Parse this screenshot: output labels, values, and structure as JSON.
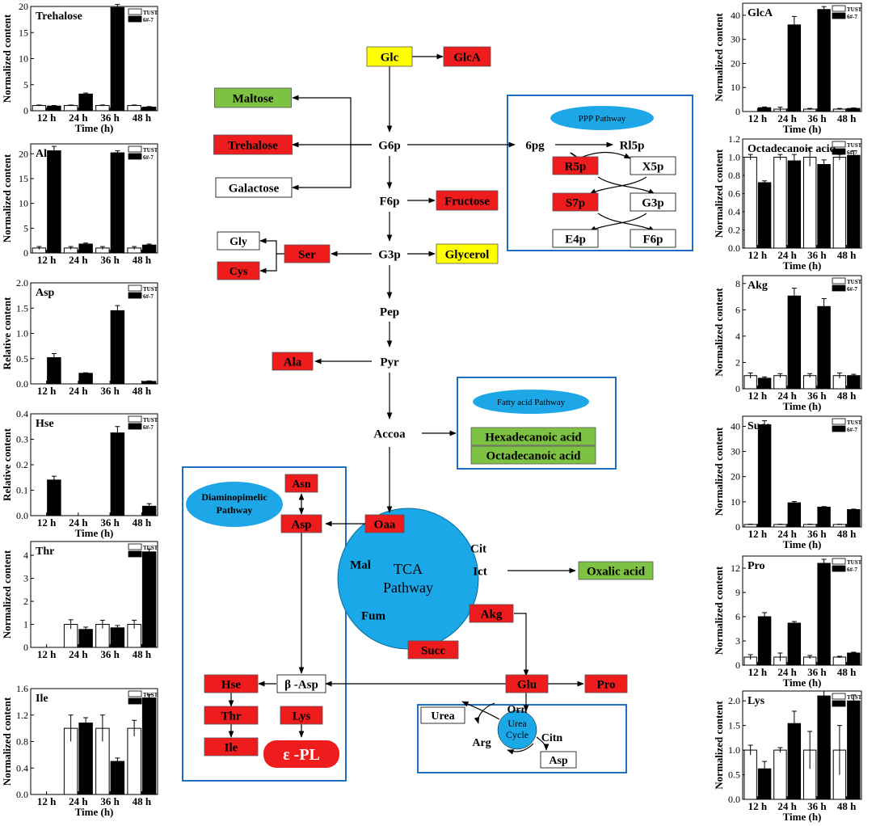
{
  "colors": {
    "red": "#ee1c1c",
    "green": "#7dc242",
    "yellow": "#ffff00",
    "white": "#ffffff",
    "blue_frame": "#1f6fc4",
    "ellipse": "#1ea7e6",
    "tca": "#1aa8e8",
    "tust_bar": "#ffffff",
    "mutant_bar": "#000000"
  },
  "legend": {
    "tust": "TUST",
    "mutant": "6#-7"
  },
  "xlabel_time": "Time (h)",
  "pathway": {
    "nodes": [
      {
        "id": "glc",
        "text": "Glc",
        "fill": "yellow"
      },
      {
        "id": "glca",
        "text": "GlcA",
        "fill": "red"
      },
      {
        "id": "maltose",
        "text": "Maltose",
        "fill": "green"
      },
      {
        "id": "trehalose",
        "text": "Trehalose",
        "fill": "red"
      },
      {
        "id": "galactose",
        "text": "Galactose",
        "fill": "white"
      },
      {
        "id": "g6p",
        "text": "G6p",
        "fill": "none"
      },
      {
        "id": "6pg",
        "text": "6pg",
        "fill": "none"
      },
      {
        "id": "rl5p",
        "text": "Rl5p",
        "fill": "none"
      },
      {
        "id": "r5p",
        "text": "R5p",
        "fill": "red"
      },
      {
        "id": "x5p",
        "text": "X5p",
        "fill": "white"
      },
      {
        "id": "s7p",
        "text": "S7p",
        "fill": "red"
      },
      {
        "id": "g3p_ppp",
        "text": "G3p",
        "fill": "white"
      },
      {
        "id": "e4p",
        "text": "E4p",
        "fill": "white"
      },
      {
        "id": "f6p_ppp",
        "text": "F6p",
        "fill": "white"
      },
      {
        "id": "f6p",
        "text": "F6p",
        "fill": "none"
      },
      {
        "id": "fructose",
        "text": "Fructose",
        "fill": "red"
      },
      {
        "id": "gly",
        "text": "Gly",
        "fill": "white"
      },
      {
        "id": "ser",
        "text": "Ser",
        "fill": "red"
      },
      {
        "id": "cys",
        "text": "Cys",
        "fill": "red"
      },
      {
        "id": "g3p",
        "text": "G3p",
        "fill": "none"
      },
      {
        "id": "glycerol",
        "text": "Glycerol",
        "fill": "yellow"
      },
      {
        "id": "pep",
        "text": "Pep",
        "fill": "none"
      },
      {
        "id": "ala",
        "text": "Ala",
        "fill": "red"
      },
      {
        "id": "pyr",
        "text": "Pyr",
        "fill": "none"
      },
      {
        "id": "accoa",
        "text": "Accoa",
        "fill": "none"
      },
      {
        "id": "hexa",
        "text": "Hexadecanoic acid",
        "fill": "green"
      },
      {
        "id": "octa",
        "text": "Octadecanoic acid",
        "fill": "green"
      },
      {
        "id": "asn",
        "text": "Asn",
        "fill": "red"
      },
      {
        "id": "asp",
        "text": "Asp",
        "fill": "red"
      },
      {
        "id": "oaa",
        "text": "Oaa",
        "fill": "red"
      },
      {
        "id": "cit",
        "text": "Cit",
        "fill": "none"
      },
      {
        "id": "mal",
        "text": "Mal",
        "fill": "none"
      },
      {
        "id": "ict",
        "text": "Ict",
        "fill": "none"
      },
      {
        "id": "oxalic",
        "text": "Oxalic acid",
        "fill": "green"
      },
      {
        "id": "fum",
        "text": "Fum",
        "fill": "none"
      },
      {
        "id": "akg",
        "text": "Akg",
        "fill": "red"
      },
      {
        "id": "succ",
        "text": "Succ",
        "fill": "red"
      },
      {
        "id": "hse",
        "text": "Hse",
        "fill": "red"
      },
      {
        "id": "basp",
        "text": "β -Asp",
        "fill": "white"
      },
      {
        "id": "glu",
        "text": "Glu",
        "fill": "red"
      },
      {
        "id": "pro",
        "text": "Pro",
        "fill": "red"
      },
      {
        "id": "thr",
        "text": "Thr",
        "fill": "red"
      },
      {
        "id": "lys",
        "text": "Lys",
        "fill": "red"
      },
      {
        "id": "ile",
        "text": "Ile",
        "fill": "red"
      },
      {
        "id": "epl",
        "text": "ε -PL",
        "fill": "red"
      },
      {
        "id": "urea",
        "text": "Urea",
        "fill": "white"
      },
      {
        "id": "orn",
        "text": "Orn",
        "fill": "none"
      },
      {
        "id": "arg",
        "text": "Arg",
        "fill": "none"
      },
      {
        "id": "citn",
        "text": "Citn",
        "fill": "none"
      },
      {
        "id": "asp_urea",
        "text": "Asp",
        "fill": "white"
      }
    ],
    "ppp_title": "PPP Pathway",
    "fa_title": "Fatty acid Pathway",
    "dap_title_1": "Diaminopimelic",
    "dap_title_2": "Pathway",
    "tca_1": "TCA",
    "tca_2": "Pathway",
    "urea_1": "Urea",
    "urea_2": "Cycle"
  },
  "chart_data": [
    {
      "id": "trehalose",
      "type": "bar",
      "title": "Trehalose",
      "ylabel": "Normalized content",
      "xlabel": "Time (h)",
      "ylim": [
        0,
        20
      ],
      "yticks": [
        "0",
        "5",
        "10",
        "15",
        "20"
      ],
      "categories": [
        "12 h",
        "24 h",
        "36 h",
        "48 h"
      ],
      "series": [
        {
          "name": "TUST",
          "values": [
            1,
            1,
            1,
            1
          ],
          "errors": [
            0.1,
            0.1,
            0.1,
            0.1
          ]
        },
        {
          "name": "6#-7",
          "values": [
            0.9,
            3.2,
            19.8,
            0.7
          ],
          "errors": [
            0.1,
            0.2,
            0.6,
            0.1
          ]
        }
      ]
    },
    {
      "id": "ala",
      "type": "bar",
      "title": "Ala",
      "ylabel": "Normalized content",
      "xlabel": "",
      "ylim": [
        0,
        22
      ],
      "yticks": [
        "0",
        "5",
        "10",
        "15",
        "20"
      ],
      "categories": [
        "12 h",
        "24 h",
        "36 h",
        "48 h"
      ],
      "series": [
        {
          "name": "TUST",
          "values": [
            1,
            1,
            1,
            1
          ],
          "errors": [
            0.3,
            0.3,
            0.3,
            0.3
          ]
        },
        {
          "name": "6#-7",
          "values": [
            20.6,
            1.8,
            20.2,
            1.6
          ],
          "errors": [
            0.9,
            0.2,
            0.4,
            0.2
          ]
        }
      ]
    },
    {
      "id": "asp",
      "type": "bar",
      "title": "Asp",
      "ylabel": "Relative content",
      "xlabel": "",
      "ylim": [
        0,
        2.0
      ],
      "yticks": [
        "0.0",
        "0.5",
        "1.0",
        "1.5",
        "2.0"
      ],
      "categories": [
        "12 h",
        "24 h",
        "36 h",
        "48 h"
      ],
      "series": [
        {
          "name": "TUST",
          "values": [
            0,
            0,
            0,
            0
          ],
          "errors": [
            0,
            0,
            0,
            0
          ]
        },
        {
          "name": "6#-7",
          "values": [
            0.52,
            0.21,
            1.45,
            0.05
          ],
          "errors": [
            0.08,
            0.01,
            0.1,
            0.01
          ]
        }
      ]
    },
    {
      "id": "hse",
      "type": "bar",
      "title": "Hse",
      "ylabel": "Relative content",
      "xlabel": "Time (h)",
      "ylim": [
        0,
        0.4
      ],
      "yticks": [
        "0.0",
        "0.1",
        "0.2",
        "0.3",
        "0.4"
      ],
      "categories": [
        "12 h",
        "24 h",
        "36 h",
        "48 h"
      ],
      "series": [
        {
          "name": "TUST",
          "values": [
            0,
            0,
            0,
            0
          ],
          "errors": [
            0,
            0,
            0,
            0
          ]
        },
        {
          "name": "6#-7",
          "values": [
            0.14,
            0.0,
            0.325,
            0.037
          ],
          "errors": [
            0.015,
            0,
            0.025,
            0.01
          ]
        }
      ]
    },
    {
      "id": "thr",
      "type": "bar",
      "title": "Thr",
      "ylabel": "Normalized content",
      "xlabel": "",
      "ylim": [
        0,
        4.6
      ],
      "yticks": [
        "0",
        "1",
        "2",
        "3",
        "4"
      ],
      "categories": [
        "12 h",
        "24 h",
        "36 h",
        "48 h"
      ],
      "series": [
        {
          "name": "TUST",
          "values": [
            0,
            1,
            1,
            1
          ],
          "errors": [
            0,
            0.2,
            0.18,
            0.18
          ]
        },
        {
          "name": "6#-7",
          "values": [
            0,
            0.78,
            0.85,
            4.15
          ],
          "errors": [
            0,
            0.1,
            0.1,
            0.12
          ]
        }
      ]
    },
    {
      "id": "ile",
      "type": "bar",
      "title": "Ile",
      "ylabel": "Normalized content",
      "xlabel": "Time (h)",
      "ylim": [
        0,
        1.6
      ],
      "yticks": [
        "0.0",
        "0.4",
        "0.8",
        "1.2",
        "1.6"
      ],
      "categories": [
        "12 h",
        "24 h",
        "36 h",
        "48 h"
      ],
      "series": [
        {
          "name": "TUST",
          "values": [
            0,
            1,
            1,
            1
          ],
          "errors": [
            0,
            0.2,
            0.2,
            0.12
          ]
        },
        {
          "name": "6#-7",
          "values": [
            0,
            1.08,
            0.5,
            1.46
          ],
          "errors": [
            0,
            0.08,
            0.05,
            0.05
          ]
        }
      ]
    },
    {
      "id": "glca",
      "type": "bar",
      "title": "GlcA",
      "ylabel": "Normalized content",
      "xlabel": "Time (h)",
      "ylim": [
        0,
        45
      ],
      "yticks": [
        "0",
        "10",
        "20",
        "30",
        "40"
      ],
      "categories": [
        "12 h",
        "24 h",
        "36 h",
        "48 h"
      ],
      "series": [
        {
          "name": "TUST",
          "values": [
            0,
            1,
            1,
            1
          ],
          "errors": [
            0,
            0.8,
            0.3,
            0.3
          ]
        },
        {
          "name": "6#-7",
          "values": [
            1.6,
            36,
            42.4,
            1.3
          ],
          "errors": [
            0.3,
            3.5,
            1.2,
            0.2
          ]
        }
      ]
    },
    {
      "id": "octadecanoic",
      "type": "bar",
      "title": "Octadecanoic acid",
      "ylabel": "Normalized content",
      "xlabel": "Time (h)",
      "ylim": [
        0,
        1.2
      ],
      "yticks": [
        "0.0",
        "0.2",
        "0.4",
        "0.6",
        "0.8",
        "1.0",
        "1.2"
      ],
      "categories": [
        "12 h",
        "24 h",
        "36 h",
        "48 h"
      ],
      "series": [
        {
          "name": "TUST",
          "values": [
            1,
            1,
            1,
            1
          ],
          "errors": [
            0.03,
            0.03,
            0.1,
            0.03
          ]
        },
        {
          "name": "6#-7",
          "values": [
            0.72,
            0.96,
            0.92,
            1.02
          ],
          "errors": [
            0.02,
            0.07,
            0.05,
            0.05
          ]
        }
      ]
    },
    {
      "id": "akg",
      "type": "bar",
      "title": "Akg",
      "ylabel": "Normalized content",
      "xlabel": "Time (h)",
      "ylim": [
        0,
        8.6
      ],
      "yticks": [
        "0",
        "2",
        "4",
        "6",
        "8"
      ],
      "categories": [
        "12 h",
        "24 h",
        "36 h",
        "48 h"
      ],
      "series": [
        {
          "name": "TUST",
          "values": [
            1,
            1,
            1,
            1
          ],
          "errors": [
            0.2,
            0.15,
            0.15,
            0.2
          ]
        },
        {
          "name": "6#-7",
          "values": [
            0.8,
            7.05,
            6.25,
            1.0
          ],
          "errors": [
            0.1,
            0.6,
            0.6,
            0.1
          ]
        }
      ]
    },
    {
      "id": "succ",
      "type": "bar",
      "title": "Succ",
      "ylabel": "Normalized content",
      "xlabel": "Time (h)",
      "ylim": [
        0,
        44
      ],
      "yticks": [
        "0",
        "10",
        "20",
        "30",
        "40"
      ],
      "categories": [
        "12 h",
        "24 h",
        "36 h",
        "48 h"
      ],
      "series": [
        {
          "name": "TUST",
          "values": [
            1,
            1,
            1,
            1
          ],
          "errors": [
            0.1,
            0.1,
            0.1,
            0.1
          ]
        },
        {
          "name": "6#-7",
          "values": [
            40.6,
            9.6,
            7.9,
            6.9
          ],
          "errors": [
            1.6,
            0.5,
            0.2,
            0.2
          ]
        }
      ]
    },
    {
      "id": "pro",
      "type": "bar",
      "title": "Pro",
      "ylabel": "Normalized content",
      "xlabel": "Time (h)",
      "ylim": [
        0,
        13.5
      ],
      "yticks": [
        "0",
        "3",
        "6",
        "9",
        "12"
      ],
      "categories": [
        "12 h",
        "24 h",
        "36 h",
        "48 h"
      ],
      "series": [
        {
          "name": "TUST",
          "values": [
            1,
            1,
            1,
            1
          ],
          "errors": [
            0.3,
            0.5,
            0.2,
            0.1
          ]
        },
        {
          "name": "6#-7",
          "values": [
            6.0,
            5.2,
            12.6,
            1.5
          ],
          "errors": [
            0.5,
            0.2,
            0.5,
            0.1
          ]
        }
      ]
    },
    {
      "id": "lys",
      "type": "bar",
      "title": "Lys",
      "ylabel": "Normalized content",
      "xlabel": "Time (h)",
      "ylim": [
        0,
        2.2
      ],
      "yticks": [
        "0.0",
        "0.5",
        "1.0",
        "1.5",
        "2.0"
      ],
      "categories": [
        "12 h",
        "24 h",
        "36 h",
        "48 h"
      ],
      "series": [
        {
          "name": "TUST",
          "values": [
            1,
            1,
            1,
            1
          ],
          "errors": [
            0.1,
            0.05,
            0.38,
            0.5
          ]
        },
        {
          "name": "6#-7",
          "values": [
            0.62,
            1.54,
            2.1,
            2.0
          ],
          "errors": [
            0.15,
            0.25,
            0.1,
            0.12
          ]
        }
      ]
    }
  ]
}
